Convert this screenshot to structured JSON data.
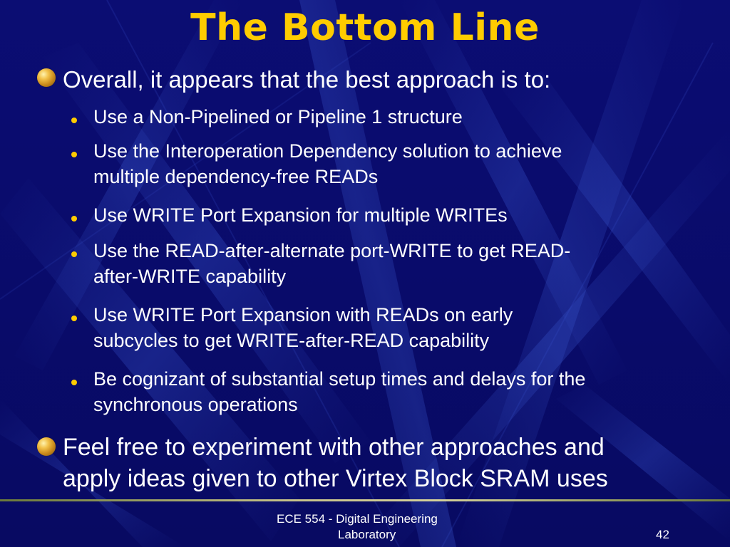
{
  "slide": {
    "title": "The Bottom Line",
    "items": [
      {
        "text": "Overall, it appears that the best approach is to:",
        "subitems": [
          {
            "lines": [
              "Use a Non-Pipelined or Pipeline 1 structure"
            ]
          },
          {
            "lines": [
              "Use the Interoperation Dependency solution to achieve",
              "multiple dependency-free READs"
            ]
          },
          {
            "lines": [
              "Use WRITE Port Expansion for multiple WRITEs"
            ]
          },
          {
            "lines": [
              "Use the READ-after-alternate port-WRITE to get READ-",
              "after-WRITE capability"
            ]
          },
          {
            "lines": [
              "Use WRITE Port Expansion with READs on early",
              "subcycles to get WRITE-after-READ capability"
            ]
          },
          {
            "lines": [
              "Be cognizant of substantial setup times and delays for the",
              "synchronous operations"
            ]
          }
        ]
      },
      {
        "lines": [
          "Feel free to experiment with other approaches and",
          "apply ideas given to other Virtex Block SRAM uses"
        ]
      }
    ],
    "footer": {
      "course_line1": "ECE 554 - Digital Engineering",
      "course_line2": "Laboratory",
      "page_number": "42"
    }
  },
  "colors": {
    "background": "#0a0c6e",
    "title": "#ffcc00",
    "text": "#ffffff",
    "sub_bullet": "#ffcc00",
    "rule": "#c9c48a"
  },
  "icons": {
    "main_bullet": "gold-sphere-bullet-icon",
    "sub_bullet": "yellow-dot-bullet-icon"
  }
}
